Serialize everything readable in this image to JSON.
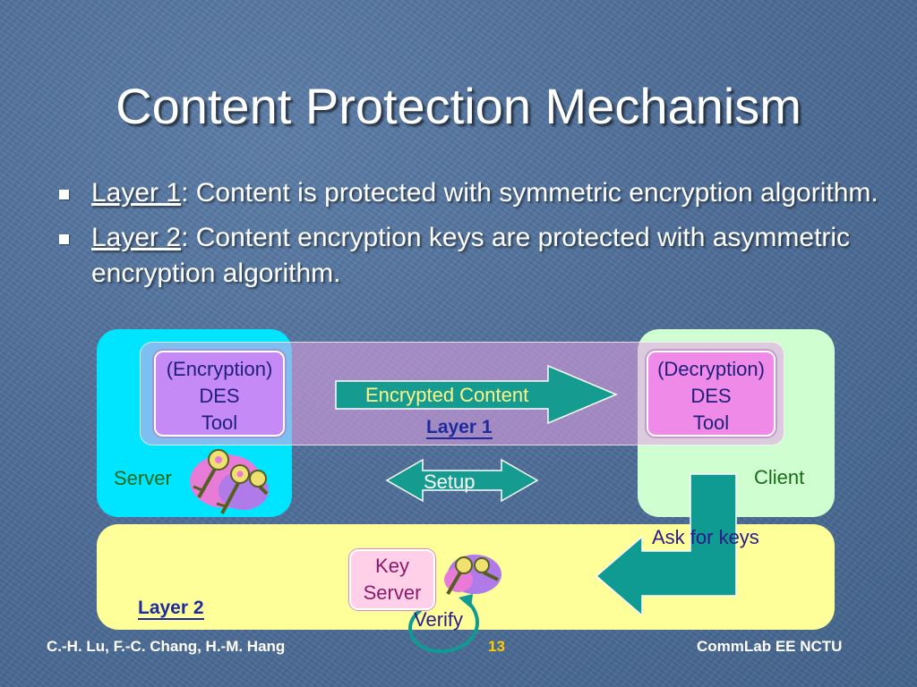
{
  "slide": {
    "title": "Content Protection Mechanism",
    "bullets": [
      {
        "label": "Layer 1",
        "text": ": Content is protected with symmetric encryption algorithm."
      },
      {
        "label": "Layer 2",
        "text": ": Content encryption keys are protected with asymmetric encryption algorithm."
      }
    ]
  },
  "diagram": {
    "encryption_tool": {
      "line1": "(Encryption)",
      "line2": "DES",
      "line3": "Tool"
    },
    "decryption_tool": {
      "line1": "(Decryption)",
      "line2": "DES",
      "line3": "Tool"
    },
    "encrypted_content": "Encrypted Content",
    "layer1_label": "Layer 1",
    "setup_label": "Setup",
    "server_label": "Server",
    "client_label": "Client",
    "ask_for_keys": "Ask for keys",
    "key_server": {
      "line1": "Key",
      "line2": "Server"
    },
    "layer2_label": "Layer 2",
    "verify_label": "Verify"
  },
  "footer": {
    "authors": "C.-H. Lu, F.-C. Chang, H.-M. Hang",
    "page_number": "13",
    "org": "CommLab EE NCTU"
  },
  "colors": {
    "background": "#4f6f99",
    "server_box": "#00e5ff",
    "client_box": "#cfffd0",
    "layer2_box": "#ffff99",
    "arrow": "#008b8b",
    "page_number": "#ffcc00"
  },
  "icons": [
    "keys-icon-server",
    "keys-icon-keyserver"
  ]
}
